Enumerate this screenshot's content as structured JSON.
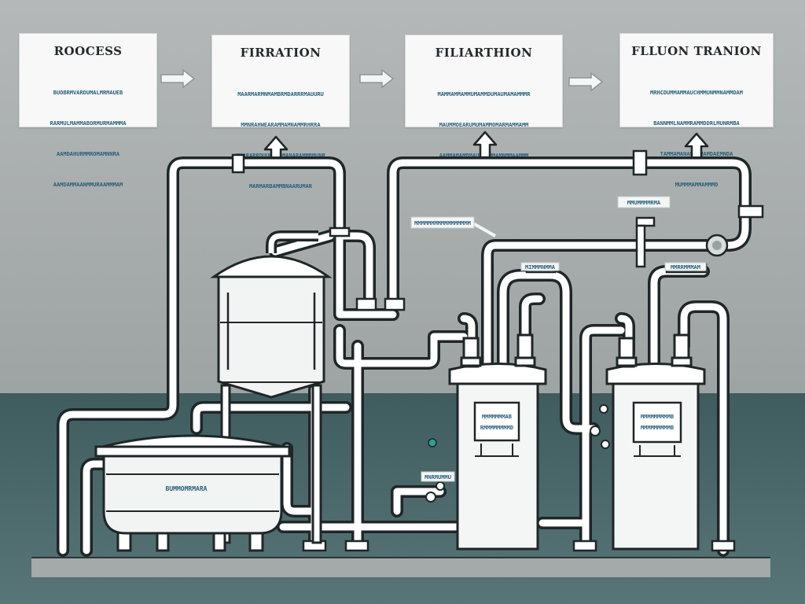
{
  "stages": [
    {
      "title": "ROOCESS",
      "lines": [
        "BUOBRMVARDUMALMRMAUEB",
        "RARMULMAMMABORMURMAMMMA",
        "AAMDAHURMMROMAMNNRA",
        "AAMDAMMAANMMURAAMMMAM"
      ]
    },
    {
      "title": "FIRRATION",
      "lines": [
        "MAARMARMNMAMBRMDARRRMAUURU",
        "MMNRAHWEARAMMAMNAMMRHRRA",
        "MNARARRDUUUTRDMANARAMMBMUNR",
        "MARMARBAMMBNAARUMAR"
      ]
    },
    {
      "title": "FILIARTHION",
      "lines": [
        "MAMMAMMAMMUMAMMDUMAUMAMAMMMR",
        "MAUMMOEARUMUMAMMOMARMAMMAMM",
        "AAMMAMAMBMAUMMUMMAMNMMAAMMM"
      ]
    },
    {
      "title": "FLLUON TRANION",
      "lines": [
        "MRHCDUMMAMMAUCHMMUNMMNAMMDAM",
        "BANNMMLNAMMRAMMDDRLMUNRMBA",
        "TAMMAMANAMMBMAMDAEMNDA",
        "MUMMMAMMAMMMD"
      ]
    }
  ],
  "tags": [
    {
      "text": "MMMMMMMMMMMMMMMMM"
    },
    {
      "text": "MMUMMMMRMA"
    },
    {
      "text": "MIMMMNMMA"
    },
    {
      "text": "MMRRMMMAM"
    },
    {
      "text": "MNRMUMMU"
    }
  ],
  "tank_labels": {
    "mixing_tank": "BUMMOMRMARA",
    "filter_a": [
      "MMMMMMMAB",
      "RMMMMMMMMD"
    ],
    "filter_b": [
      "MMMMMMMMMB",
      "MMMMMMMMMB"
    ]
  },
  "colors": {
    "line": "#1f2628",
    "pipe": "#ffffff",
    "card": "#f7f8f7",
    "accent": "#2a5f79",
    "teal_dot": "#2aa197",
    "backdrop_top": "#a7abab",
    "backdrop_bottom": "#4a6668"
  },
  "icons": [
    "right-arrow-icon",
    "up-arrow-icon",
    "valve-icon",
    "gauge-icon"
  ]
}
